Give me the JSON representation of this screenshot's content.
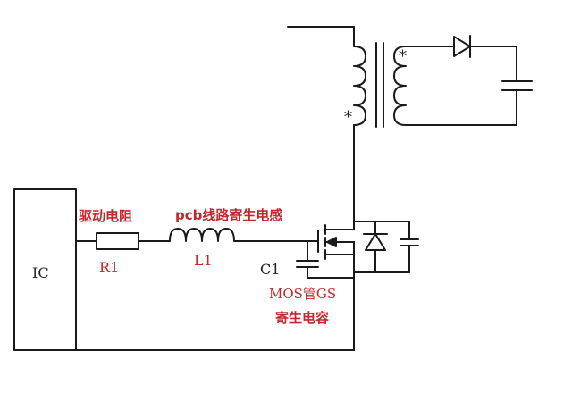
{
  "colors": {
    "wire": "#1a1a1a",
    "label_red": "#c0282d",
    "label_black": "#222222",
    "background": "#ffffff"
  },
  "ic": {
    "label": "IC"
  },
  "labels": {
    "drive_resistor": "驱动电阻",
    "pcb_parasitic_inductance": "pcb线路寄生电感",
    "r1": "R1",
    "l1": "L1",
    "c1": "C1",
    "mos_gs_line1": "MOS管GS",
    "mos_gs_line2": "寄生电容"
  },
  "dot_markers": [
    "*",
    "*"
  ],
  "icons": [
    "resistor",
    "inductor",
    "capacitor",
    "mosfet",
    "diode",
    "transformer"
  ]
}
